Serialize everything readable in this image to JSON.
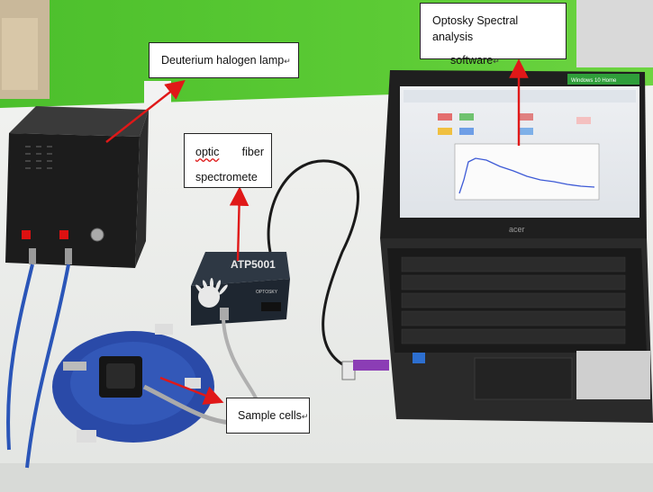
{
  "callouts": {
    "lamp": {
      "text": "Deuterium halogen lamp",
      "mark": "↵"
    },
    "spectrometer": {
      "word1": "optic",
      "word2": "fiber",
      "word3": "spectromete"
    },
    "software": {
      "line1": "Optosky Spectral analysis",
      "line2": "software",
      "mark": "↵"
    },
    "cells": {
      "text": "Sample cells",
      "mark": "↵"
    }
  },
  "labels": {
    "device_model": "ATP5001",
    "device_brand": "OPTOSKY",
    "laptop_brand": "acer",
    "os_sticker": "Windows 10 Home"
  },
  "colors": {
    "arrow": "#e01818",
    "wall_green": "#52c62f",
    "table": "#eceeec",
    "lamp_body": "#1d1d1d",
    "spectrometer_body": "#1e2630",
    "sample_plate": "#2a4aa8",
    "laptop_body": "#262626",
    "fiber_blue": "#2a55b8"
  }
}
